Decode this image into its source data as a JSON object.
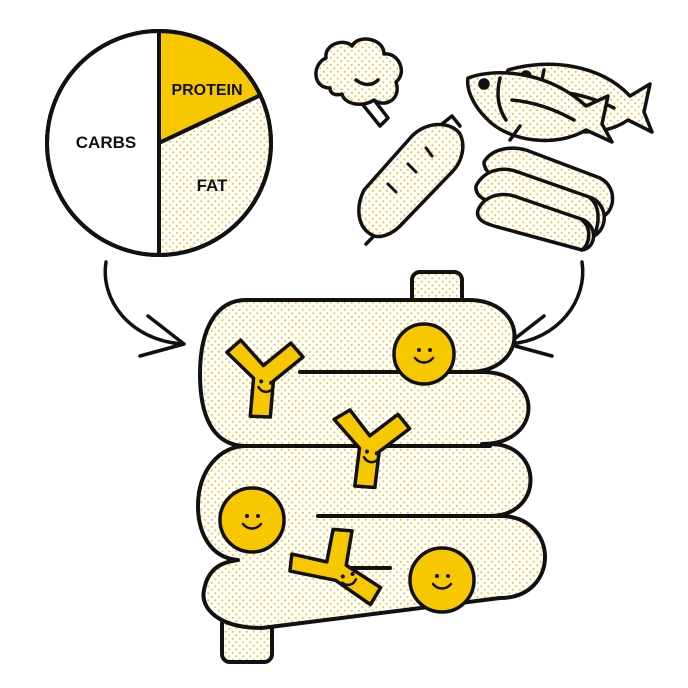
{
  "colors": {
    "ink": "#111111",
    "yellow": "#f7c800",
    "dot": "#f2c230",
    "white": "#ffffff"
  },
  "macronutrient_pie": {
    "slices": [
      {
        "label": "CARBS",
        "share": 0.5
      },
      {
        "label": "PROTEIN",
        "share": 0.18
      },
      {
        "label": "FAT",
        "share": 0.32
      }
    ]
  },
  "foods": [
    {
      "icon": "broccoli-icon"
    },
    {
      "icon": "sweet-potato-icon"
    },
    {
      "icon": "fish-icon"
    },
    {
      "icon": "bread-rolls-icon"
    }
  ],
  "gut": {
    "icon": "intestine-icon",
    "microbes": [
      {
        "shape": "y-shaped-bacterium",
        "count": 3
      },
      {
        "shape": "round-bacterium",
        "count": 3
      }
    ]
  }
}
